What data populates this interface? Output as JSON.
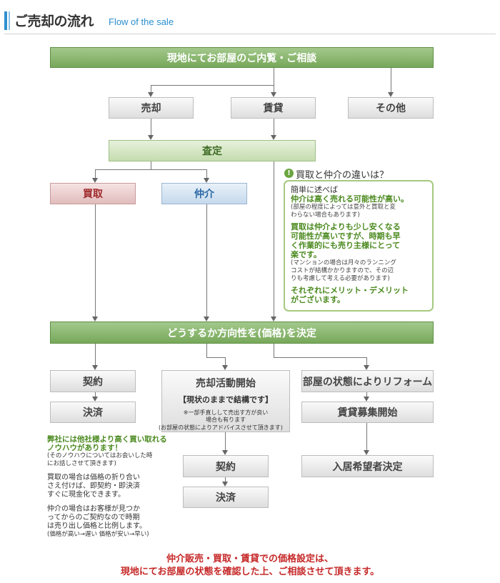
{
  "header": {
    "title": "ご売却の流れ",
    "subtitle": "Flow of the sale"
  },
  "steps": {
    "inspection": "現地にてお部屋のご内覧・ご相談",
    "sale": "売却",
    "rental": "賃貸",
    "other": "その他",
    "appraisal": "査定",
    "purchase": "買取",
    "brokerage": "仲介",
    "decide": "どうするか方向性を(価格)を決定",
    "contract1": "契約",
    "settle1": "決済",
    "sale_start": "売却活動開始",
    "sale_start_sub": "【現状のままで結構です】",
    "sale_start_note1": "※一部手直しして売出す方が良い",
    "sale_start_note2": "場合も有ります",
    "advice": "(お部屋の状態によりアドバイスさせて頂きます)",
    "contract2": "契約",
    "settle2": "決済",
    "reform": "部屋の状態によりリフォーム",
    "rent_start": "賃貸募集開始",
    "tenant": "入居希望者決定"
  },
  "callout": {
    "title": "買取と仲介の違いは？",
    "l1": "簡単に述べば",
    "l2": "仲介は高く売れる可能性が高い。",
    "l3": "(部屋の程度によっては意外と買取と変",
    "l4": "わらない場合もあります)",
    "l5": "買取は仲介よりも少し安くなる",
    "l6": "可能性が高いですが、時期も早",
    "l7": "く作業的にも売り主様にとって",
    "l8": "楽です。",
    "l9": "(マンションの場合は月々のランニング",
    "l10": "コストが結構かかりますので、その辺",
    "l11": "りも考慮して考える必要があります)",
    "l12": "それぞれにメリット・デメリット",
    "l13": "がございます。"
  },
  "notes": {
    "n1": "弊社には他社様より高く買い取れる",
    "n2": "ノウハウがあります！",
    "n3": "(そのノウハウについてはお会いした時",
    "n4": "にお話しさせて頂きます)",
    "n5": "買取の場合は価格の折り合い",
    "n6": "さえ付けば、即契約・即決済",
    "n7": "すぐに現金化できます。",
    "n8": "仲介の場合はお客様が見つか",
    "n9": "ってからのご契約なので時期",
    "n10": "は売り出し価格と比例します。",
    "n11": "(価格が高い→遅い 価格が安い→早い)"
  },
  "footer": {
    "line1": "仲介販売・買取・賃貸での価格設定は、",
    "line2": "現地にてお部屋の状態を確認した上、ご相談させて頂きます。"
  },
  "colors": {
    "accent_green": "#77a85a",
    "accent_blue": "#2f8fcf",
    "footer_red": "#c62828"
  }
}
